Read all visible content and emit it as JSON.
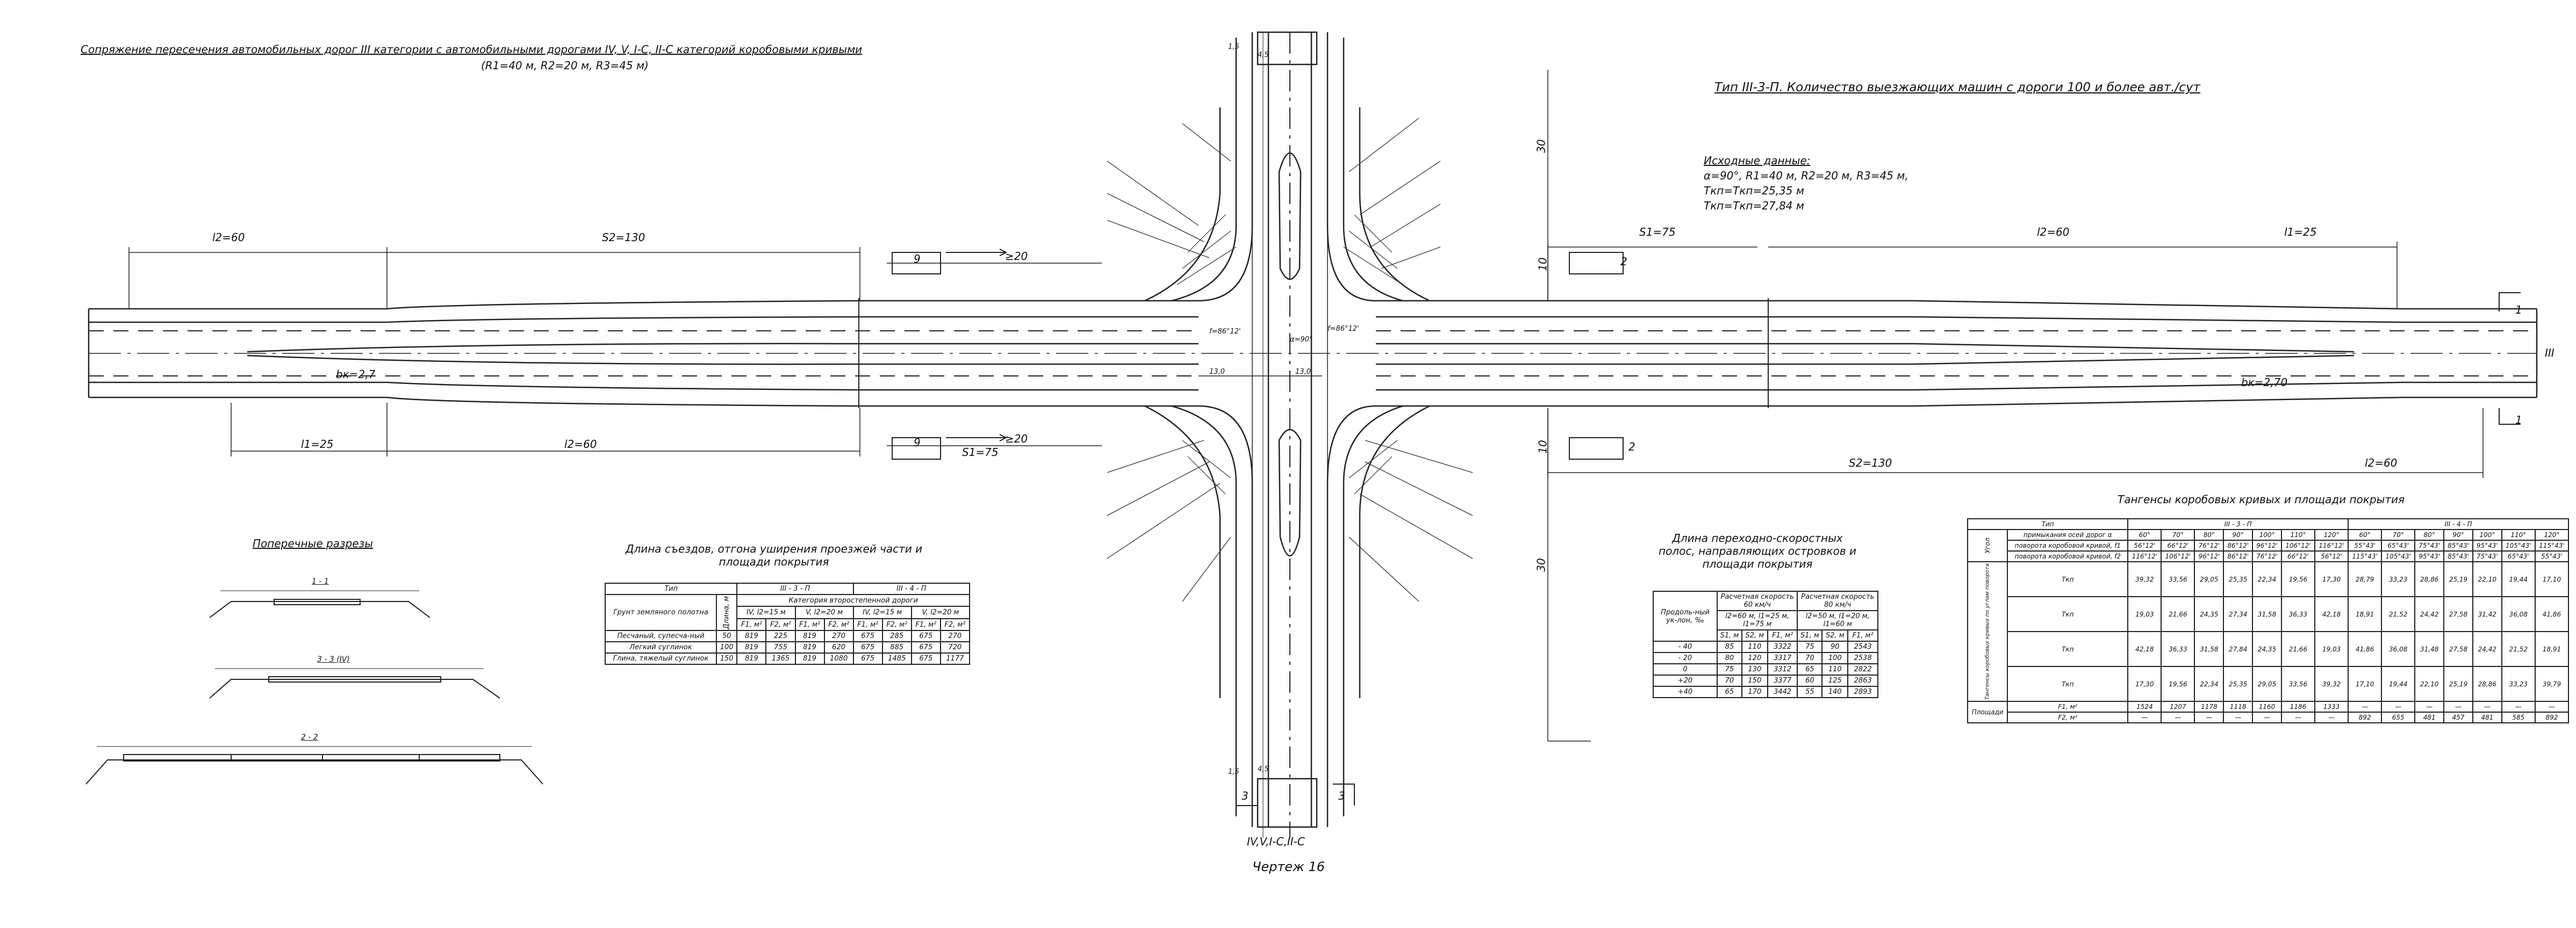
{
  "title": "Сопряжение пересечения автомобильных дорог III категории с автомобильными дорогами IV, V, I-С, II-С категорий коробовыми кривыми",
  "subtitle": "(R1=40 м, R2=20 м, R3=45 м)",
  "type_title": "Тип III-3-П. Количество выезжающих машин с дороги 100 и более авт./сут",
  "input": {
    "heading": "Исходные данные:",
    "l1": "α=90°, R1=40 м, R2=20 м, R3=45 м,",
    "l2": "Tкп=Tкп=25,35 м",
    "l3": "Tкп=Tкп=27,84 м"
  },
  "dims": {
    "l2_left": "l2=60",
    "s2_left": "S2=130",
    "s1_right": "S1=75",
    "l2_right": "l2=60",
    "l1_right": "l1=25",
    "l1_left_bot": "l1=25",
    "l2_left_bot": "l2=60",
    "s1_bot": "S1=75",
    "s2_bot": "S2=130",
    "l2_bot_right": "l2=60",
    "n9": "9",
    "ge20": "≥20",
    "n2": "2",
    "n30": "30",
    "n10": "10",
    "bk": "bк=2,7",
    "bk2": "bк=2,70",
    "n13": "13,0",
    "n4_5": "4,5",
    "n1_5": "1,5",
    "n1": "1",
    "n3": "3",
    "road_right": "III",
    "road_bottom": "IV,V,I-С,II-С",
    "ang1": "α=90°",
    "ang2": "f=86°12'",
    "ang3": "f=86°12'"
  },
  "drawing_no": "Чертеж 16",
  "cross_sections": {
    "title": "Поперечные разрезы",
    "s11": "1 - 1",
    "s33": "3 - 3 (IV)",
    "s22": "2 - 2"
  },
  "table1": {
    "caption": "Длина съездов, отгона уширения проезжей части и площади покрытия",
    "h_type": "Тип",
    "h_iii3p": "III - 3 - П",
    "h_iii4p": "III - 4 - П",
    "h_soil": "Грунт земляного полотна",
    "h_len": "Длина, м",
    "h_cat": "Категория второстепенной дороги",
    "h_c1": "IV, l2=15 м",
    "h_c2": "V, l2=20 м",
    "h_c3": "IV, l2=15 м",
    "h_c4": "V, l2=20 м",
    "units": [
      "F1, м²",
      "F2, м²",
      "F1, м²",
      "F2, м²",
      "F1, м²",
      "F2, м²",
      "F1, м²",
      "F2, м²"
    ],
    "rows": [
      {
        "soil": "Песчаный, супесча-ный",
        "len": "50",
        "v": [
          "819",
          "225",
          "819",
          "270",
          "675",
          "285",
          "675",
          "270"
        ]
      },
      {
        "soil": "Легкий суглинок",
        "len": "100",
        "v": [
          "819",
          "755",
          "819",
          "620",
          "675",
          "885",
          "675",
          "720"
        ]
      },
      {
        "soil": "Глина, тяжелый суглинок",
        "len": "150",
        "v": [
          "819",
          "1365",
          "819",
          "1080",
          "675",
          "1485",
          "675",
          "1177"
        ]
      }
    ]
  },
  "table2": {
    "caption": "Длина переходно-скоростных полос, направляющих островков и площади покрытия",
    "h_long": "Продоль-ный ук-лон, ‰",
    "h_v60": "Расчетная скорость 60 км/ч",
    "h_v80": "Расчетная скорость 80 км/ч",
    "h_p60": "l2=60 м, l1=25 м, l1=75 м",
    "h_p80": "l2=50 м, l1=20 м, l1=60 м",
    "units": [
      "S1, м",
      "S2, м",
      "F1, м²",
      "S1, м",
      "S2, м",
      "F1, м²"
    ],
    "rows": [
      {
        "slope": "- 40",
        "v": [
          "85",
          "110",
          "3322",
          "75",
          "90",
          "2543"
        ]
      },
      {
        "slope": "- 20",
        "v": [
          "80",
          "120",
          "3317",
          "70",
          "100",
          "2538"
        ]
      },
      {
        "slope": "0",
        "v": [
          "75",
          "130",
          "3312",
          "65",
          "110",
          "2822"
        ]
      },
      {
        "slope": "+20",
        "v": [
          "70",
          "150",
          "3377",
          "60",
          "125",
          "2863"
        ]
      },
      {
        "slope": "+40",
        "v": [
          "65",
          "170",
          "3442",
          "55",
          "140",
          "2893"
        ]
      }
    ]
  },
  "table3": {
    "caption": "Тангенсы коробовых кривых и площади покрытия",
    "h_type": "Тип",
    "h_iii3p": "III - 3 - П",
    "h_iii4p": "III - 4 - П",
    "h_angle": "Угол",
    "r_alpha": "примыкания осей дорог α",
    "alphas": [
      "60°",
      "70°",
      "80°",
      "90°",
      "100°",
      "110°",
      "120°",
      "60°",
      "70°",
      "80°",
      "90°",
      "100°",
      "110°",
      "120°"
    ],
    "r_f1": "поворота коробовой кривой, f1",
    "f1": [
      "56°12'",
      "66°12'",
      "76°12'",
      "86°12'",
      "96°12'",
      "106°12'",
      "116°12'",
      "55°43'",
      "65°43'",
      "75°43'",
      "85°43'",
      "95°43'",
      "105°43'",
      "115°43'"
    ],
    "r_f2": "поворота коробовой кривой, f2",
    "f2": [
      "116°12'",
      "106°12'",
      "96°12'",
      "86°12'",
      "76°12'",
      "66°12'",
      "56°12'",
      "115°43'",
      "105°43'",
      "95°43'",
      "85°43'",
      "75°43'",
      "65°43'",
      "55°43'"
    ],
    "h_tangents": "Тангенсы коробовых кривых по углам поворота",
    "tangents": [
      {
        "label": "Tкп",
        "v": [
          "39,32",
          "33,56",
          "29,05",
          "25,35",
          "22,34",
          "19,56",
          "17,30",
          "28,79",
          "33,23",
          "28,86",
          "25,19",
          "22,10",
          "19,44",
          "17,10"
        ]
      },
      {
        "label": "Tкп",
        "v": [
          "19,03",
          "21,66",
          "24,35",
          "27,34",
          "31,58",
          "36,33",
          "42,18",
          "18,91",
          "21,52",
          "24,42",
          "27,58",
          "31,42",
          "36,08",
          "41,86"
        ]
      },
      {
        "label": "Tкп",
        "v": [
          "42,18",
          "36,33",
          "31,58",
          "27,84",
          "24,35",
          "21,66",
          "19,03",
          "41,86",
          "36,08",
          "31,48",
          "27,58",
          "24,42",
          "21,52",
          "18,91"
        ]
      },
      {
        "label": "Tкп",
        "v": [
          "17,30",
          "19,56",
          "22,34",
          "25,35",
          "29,05",
          "33,56",
          "39,32",
          "17,10",
          "19,44",
          "22,10",
          "25,19",
          "28,86",
          "33,23",
          "39,79"
        ]
      }
    ],
    "h_area": "Площади",
    "areas": [
      {
        "label": "F1, м²",
        "v": [
          "1524",
          "1207",
          "1178",
          "1118",
          "1160",
          "1186",
          "1333",
          "—",
          "—",
          "—",
          "—",
          "—",
          "—",
          "—"
        ]
      },
      {
        "label": "F2, м²",
        "v": [
          "—",
          "—",
          "—",
          "—",
          "—",
          "—",
          "—",
          "892",
          "655",
          "481",
          "457",
          "481",
          "585",
          "892"
        ]
      }
    ]
  }
}
